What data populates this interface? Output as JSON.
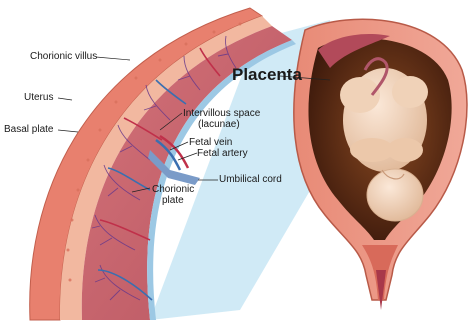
{
  "labels": {
    "chorionic_villus": "Chorionic villus",
    "uterus": "Uterus",
    "basal_plate": "Basal plate",
    "placenta": "Placenta",
    "intervillous_space": "Intervillous space",
    "intervillous_space_sub": "(lacunae)",
    "fetal_vein": "Fetal vein",
    "fetal_artery": "Fetal artery",
    "umbilical_cord": "Umbilical cord",
    "chorionic_plate": "Chorionic",
    "chorionic_plate_sub": "plate"
  },
  "colors": {
    "uterine_wall": "#e07a68",
    "placenta_tissue": "#c9646a",
    "chorion_blue": "#b8dcef",
    "fetus_skin": "#f2d8c0",
    "womb_dark": "#5a2a18",
    "vessel_red": "#c0304a",
    "vessel_blue": "#3a6fb0"
  }
}
